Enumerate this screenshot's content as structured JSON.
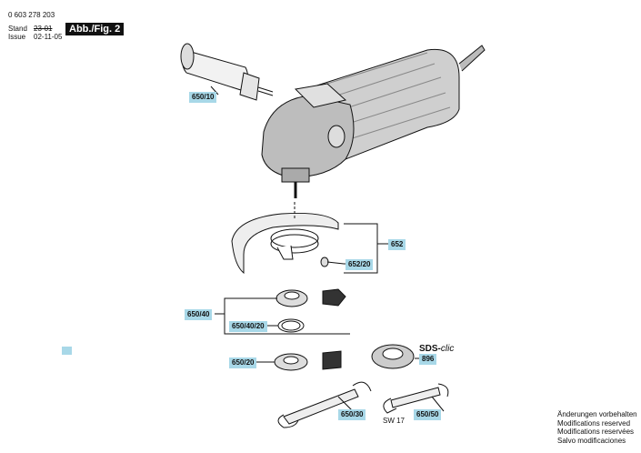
{
  "header": {
    "doc_number": "0 603 278 203",
    "stand_label": "Stand",
    "issue_label": "Issue",
    "stand_date": "23-01",
    "issue_date": "02-11-05",
    "figure_label": "Abb./Fig. 2"
  },
  "callouts": {
    "c650_10": "650/10",
    "c652": "652",
    "c652_20": "652/20",
    "c650_40": "650/40",
    "c650_40_20": "650/40/20",
    "c650_20": "650/20",
    "c896": "896",
    "c650_30": "650/30",
    "c650_50": "650/50"
  },
  "sds_label": {
    "main": "SDS-",
    "italic": "clic"
  },
  "wrench_size": "SW 17",
  "notes": [
    "Änderungen vorbehalten",
    "Modifications reserved",
    "Modifications reservées",
    "Salvo modificaciones"
  ],
  "colors": {
    "callout_fill": "#a8d8e8",
    "line": "#111111"
  }
}
